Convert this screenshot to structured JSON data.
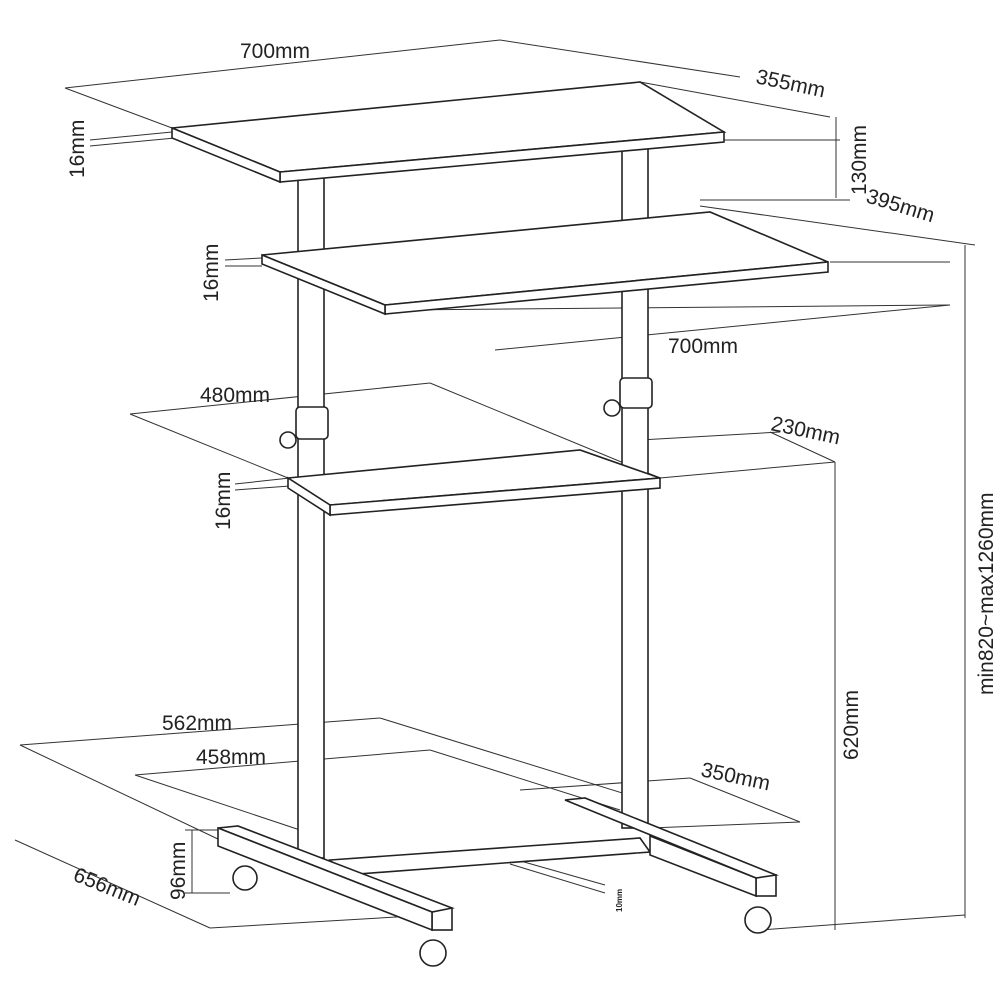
{
  "labels": {
    "top_width": "700mm",
    "top_depth": "355mm",
    "top_thickness": "16mm",
    "top_gap": "130mm",
    "kb_depth": "395mm",
    "kb_thickness": "16mm",
    "kb_width": "700mm",
    "mid_width": "480mm",
    "mid_depth": "230mm",
    "mid_thickness": "16mm",
    "total_height": "min820~max1260mm",
    "mid_height": "620mm",
    "base_width_outer": "562mm",
    "base_width_inner": "458mm",
    "base_depth_inner": "350mm",
    "base_height": "96mm",
    "base_depth_outer": "656mm",
    "base_bar": "10mm"
  }
}
